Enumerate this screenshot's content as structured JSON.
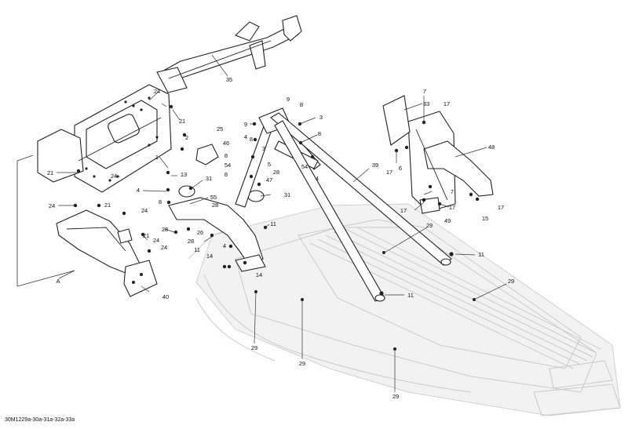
{
  "diagram": {
    "reference_code": "30M1229a-30a-31a-32a-33a",
    "group_label": "A",
    "callouts": {
      "c35": "35",
      "c24a": "24",
      "c21a": "21",
      "c24b": "24",
      "c21b": "21",
      "c9a": "9",
      "c8a": "8",
      "c9b": "9",
      "c3a": "3",
      "c8b": "8",
      "c25": "25",
      "c2": "2",
      "c46": "46",
      "c4a": "4",
      "c8c": "8",
      "c3b": "3",
      "c7a": "7",
      "c33": "33",
      "c17a": "17",
      "c48": "48",
      "c8d": "8",
      "c54a": "54",
      "c54b": "54",
      "c5": "5",
      "c4b": "4",
      "c39": "39",
      "c17b": "17",
      "c6": "6",
      "c1": "1",
      "c13": "13",
      "c31a": "31",
      "c4c": "4",
      "c28a": "28",
      "c47": "47",
      "c8e": "8",
      "c31b": "31",
      "c7b": "7",
      "c7c": "7",
      "c17c": "17",
      "c17d": "17",
      "c15": "15",
      "c17e": "17",
      "c49": "49",
      "c24c": "24",
      "c21c": "21",
      "c8f": "8",
      "c55": "55",
      "c28b": "28",
      "c24d": "24",
      "c28c": "28",
      "c26": "26",
      "c21d": "21",
      "c24e": "24",
      "c28d": "28",
      "c11a": "11",
      "c11b": "11",
      "c24f": "24",
      "c4d": "4",
      "c14a": "14",
      "c14b": "14",
      "c29a": "29",
      "c11c": "11",
      "c40": "40",
      "c29b": "29",
      "c11d": "11",
      "c29c": "29",
      "c29d": "29",
      "c29e": "29"
    }
  }
}
